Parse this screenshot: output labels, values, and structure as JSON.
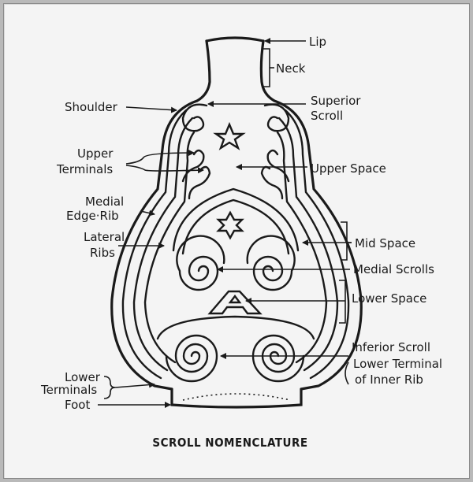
{
  "labels": {
    "lip": "Lip",
    "neck": "Neck",
    "superior_scroll_1": "Superior",
    "superior_scroll_2": "Scroll",
    "shoulder": "Shoulder",
    "upper_terminals_1": "Upper",
    "upper_terminals_2": "Terminals",
    "upper_space": "Upper Space",
    "medial_edge_rib_1": "Medial",
    "medial_edge_rib_2": "Edge·Rib",
    "lateral_ribs_1": "Lateral",
    "lateral_ribs_2": "Ribs",
    "mid_space": "Mid Space",
    "medial_scrolls": "Medial Scrolls",
    "lower_space": "Lower Space",
    "inferior_scroll": "Inferior Scroll",
    "lower_terminal_1": "Lower Terminal",
    "lower_terminal_2": "of Inner Rib",
    "lower_terminals_1": "Lower",
    "lower_terminals_2": "Terminals",
    "foot": "Foot",
    "center_letter": "A"
  },
  "caption": "SCROLL NOMENCLATURE",
  "colors": {
    "ink": "#1a1a1a",
    "paper": "#f4f4f4",
    "border": "#b9b9b9"
  }
}
